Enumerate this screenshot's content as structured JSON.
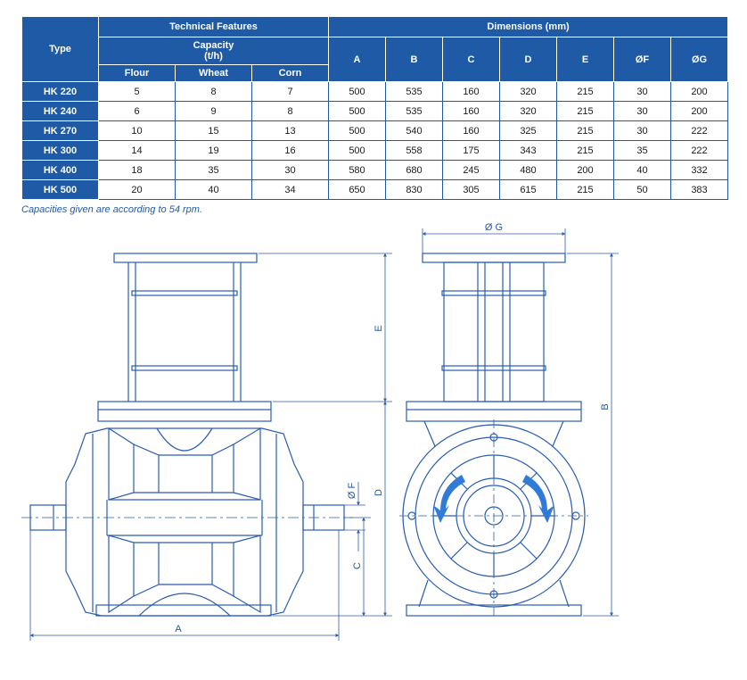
{
  "table": {
    "type_header": "Type",
    "technical_features_header": "Technical Features",
    "capacity_header": "Capacity",
    "capacity_unit": "(t/h)",
    "dimensions_header": "Dimensions (mm)",
    "capacity_columns": [
      "Flour",
      "Wheat",
      "Corn"
    ],
    "dimension_columns": [
      "A",
      "B",
      "C",
      "D",
      "E",
      "ØF",
      "ØG"
    ],
    "rows": [
      {
        "type": "HK 220",
        "flour": "5",
        "wheat": "8",
        "corn": "7",
        "a": "500",
        "b": "535",
        "c": "160",
        "d": "320",
        "e": "215",
        "f": "30",
        "g": "200"
      },
      {
        "type": "HK 240",
        "flour": "6",
        "wheat": "9",
        "corn": "8",
        "a": "500",
        "b": "535",
        "c": "160",
        "d": "320",
        "e": "215",
        "f": "30",
        "g": "200"
      },
      {
        "type": "HK 270",
        "flour": "10",
        "wheat": "15",
        "corn": "13",
        "a": "500",
        "b": "540",
        "c": "160",
        "d": "325",
        "e": "215",
        "f": "30",
        "g": "222"
      },
      {
        "type": "HK 300",
        "flour": "14",
        "wheat": "19",
        "corn": "16",
        "a": "500",
        "b": "558",
        "c": "175",
        "d": "343",
        "e": "215",
        "f": "35",
        "g": "222"
      },
      {
        "type": "HK 400",
        "flour": "18",
        "wheat": "35",
        "corn": "30",
        "a": "580",
        "b": "680",
        "c": "245",
        "d": "480",
        "e": "200",
        "f": "40",
        "g": "332"
      },
      {
        "type": "HK 500",
        "flour": "20",
        "wheat": "40",
        "corn": "34",
        "a": "650",
        "b": "830",
        "c": "305",
        "d": "615",
        "e": "215",
        "f": "50",
        "g": "383"
      }
    ]
  },
  "note": "Capacities given are according to 54 rpm.",
  "drawing": {
    "label_a": "A",
    "label_b": "B",
    "label_c": "C",
    "label_d": "D",
    "label_e": "E",
    "label_f": "Ø F",
    "label_g": "Ø G"
  },
  "colors": {
    "header_blue": "#1e5aa6",
    "line_blue": "#2a5db0",
    "arrow_blue": "#2f7bd6"
  }
}
